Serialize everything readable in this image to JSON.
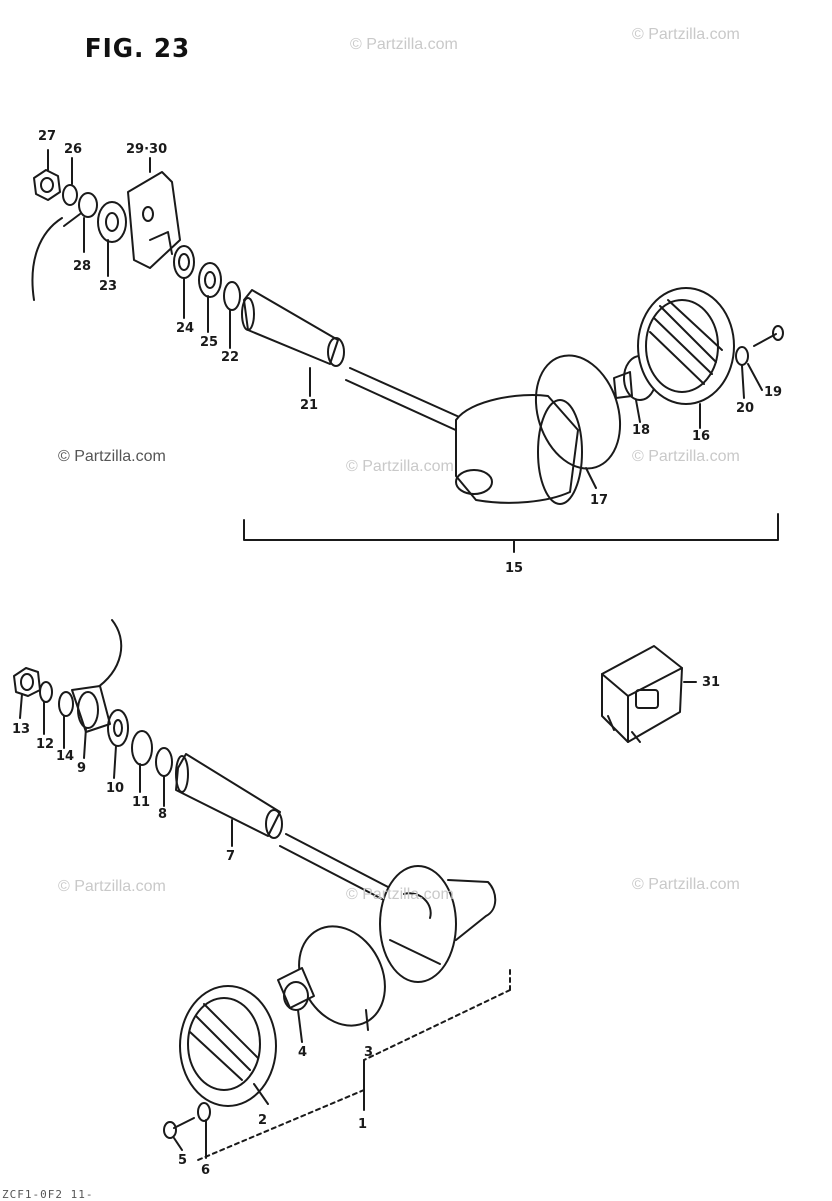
{
  "figure": {
    "title": "FIG. 23"
  },
  "callouts": [
    "27",
    "26",
    "29·30",
    "28",
    "23",
    "24",
    "25",
    "22",
    "21",
    "20",
    "19",
    "18",
    "16",
    "17",
    "15",
    "31",
    "13",
    "12",
    "14",
    "9",
    "10",
    "11",
    "8",
    "7",
    "4",
    "3",
    "2",
    "1",
    "5",
    "6"
  ],
  "watermark": "© Partzilla.com",
  "footer": "ZCF1-0F2 11-"
}
